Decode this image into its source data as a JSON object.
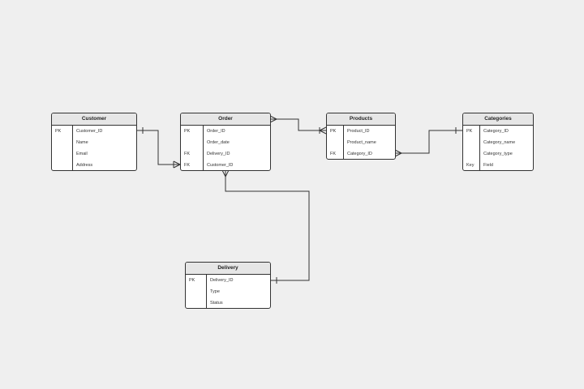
{
  "entities": [
    {
      "id": "customer",
      "title": "Customer",
      "rows": [
        {
          "key": "PK",
          "field": "Customer_ID"
        },
        {
          "key": "",
          "field": "Name"
        },
        {
          "key": "",
          "field": "Email"
        },
        {
          "key": "",
          "field": "Address"
        }
      ]
    },
    {
      "id": "order",
      "title": "Order",
      "rows": [
        {
          "key": "PK",
          "field": "Order_ID"
        },
        {
          "key": "",
          "field": "Order_date"
        },
        {
          "key": "FK",
          "field": "Delivery_ID"
        },
        {
          "key": "FK",
          "field": "Customer_ID"
        }
      ]
    },
    {
      "id": "products",
      "title": "Products",
      "rows": [
        {
          "key": "PK",
          "field": "Product_ID"
        },
        {
          "key": "",
          "field": "Product_name"
        },
        {
          "key": "FK",
          "field": "Category_ID"
        }
      ]
    },
    {
      "id": "categories",
      "title": "Categories",
      "rows": [
        {
          "key": "PK",
          "field": "Category_ID"
        },
        {
          "key": "",
          "field": "Category_name"
        },
        {
          "key": "",
          "field": "Category_type"
        },
        {
          "key": "Key",
          "field": "Field"
        }
      ]
    },
    {
      "id": "delivery",
      "title": "Delivery",
      "rows": [
        {
          "key": "PK",
          "field": "Delivery_ID"
        },
        {
          "key": "",
          "field": "Type"
        },
        {
          "key": "",
          "field": "Status"
        }
      ]
    }
  ],
  "relationships": [
    {
      "from": "Customer.Customer_ID",
      "to": "Order.Customer_ID",
      "from_end": "one",
      "to_end": "many"
    },
    {
      "from": "Order",
      "to": "Products.Product_ID",
      "from_end": "many",
      "to_end": "many"
    },
    {
      "from": "Products.Category_ID",
      "to": "Categories.Category_ID",
      "from_end": "many",
      "to_end": "one"
    },
    {
      "from": "Order",
      "to": "Delivery.Delivery_ID",
      "from_end": "many",
      "to_end": "one"
    }
  ],
  "colors": {
    "background": "#efefef",
    "header": "#e6e6e6",
    "border": "#333333",
    "entity_fill": "#ffffff"
  }
}
